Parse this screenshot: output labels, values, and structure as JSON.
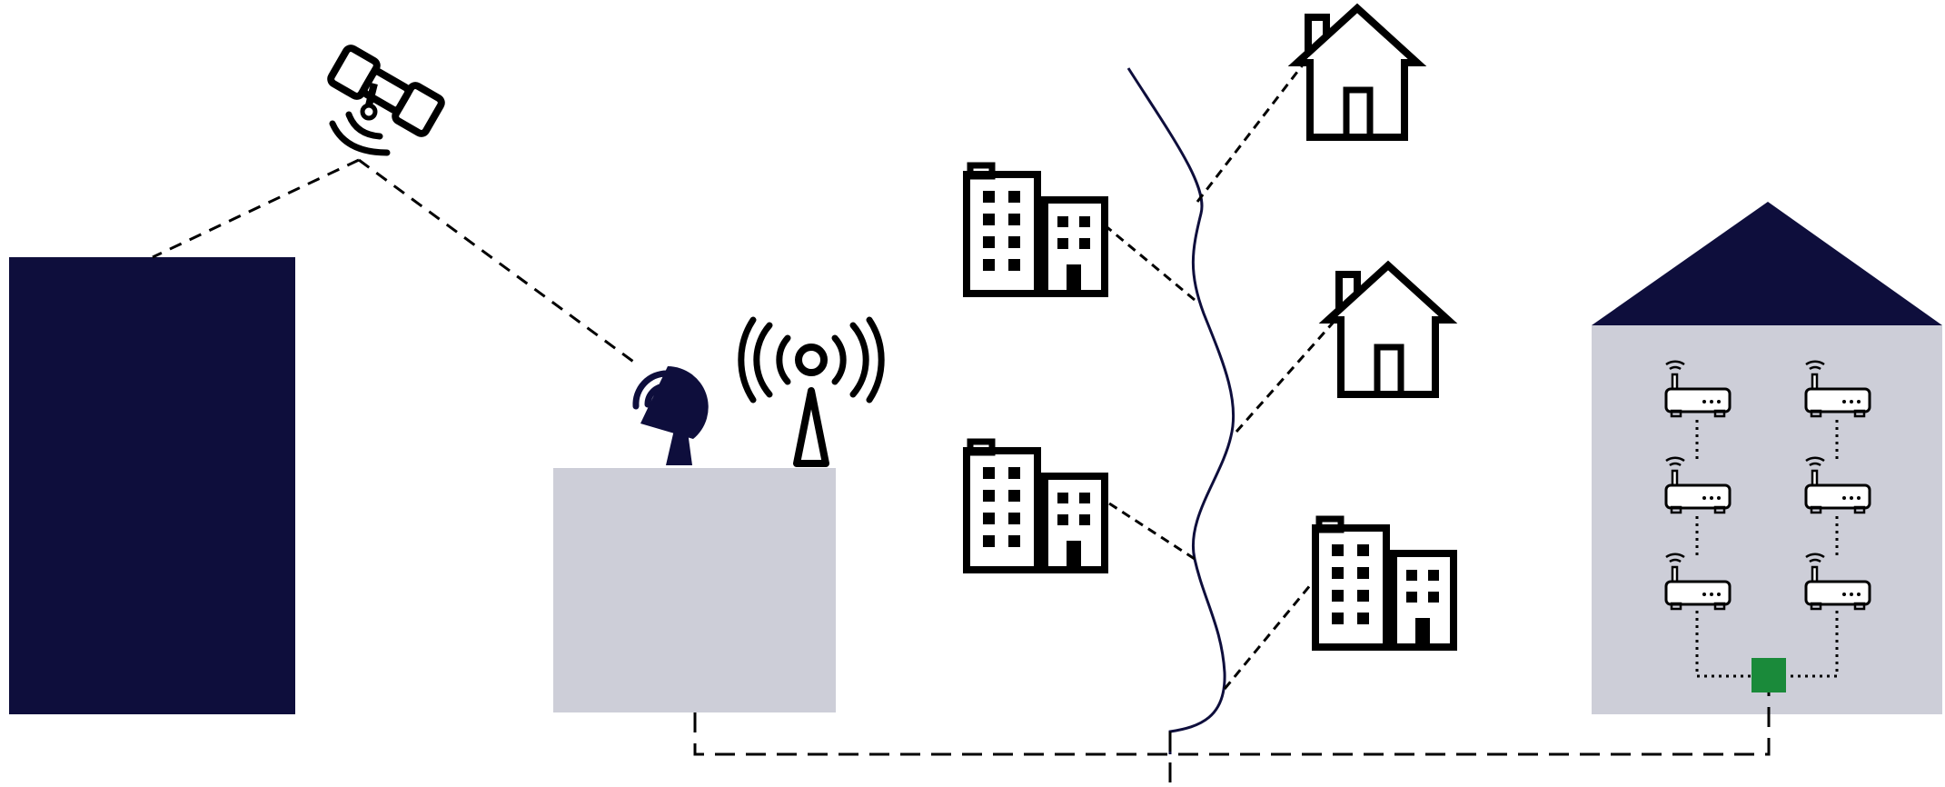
{
  "diagram": {
    "colors": {
      "navy": "#0e0e3c",
      "panel_gray": "#cdced8",
      "icon_black": "#000000",
      "switch_green": "#1a8a3a",
      "router_gray": "#b3b3b3",
      "background": "#ffffff"
    },
    "icons": {
      "satellite": "satellite-icon",
      "dish": "satellite-dish-icon",
      "tower": "radio-tower-icon",
      "house": "house-icon",
      "office": "office-building-icon",
      "router": "wifi-router-icon",
      "switch": "network-switch-icon"
    },
    "nodes": [
      {
        "id": "left-block",
        "kind": "navy-rect"
      },
      {
        "id": "ground-station",
        "kind": "gray-rect",
        "equipment": [
          "satellite-dish-icon",
          "radio-tower-icon"
        ]
      },
      {
        "id": "backbone",
        "kind": "fiber-trunk",
        "connects": [
          "office-1",
          "office-2",
          "house-1",
          "house-2",
          "office-3"
        ]
      },
      {
        "id": "building-right",
        "kind": "house-shaped",
        "routers": 6,
        "switch": 1
      }
    ]
  }
}
